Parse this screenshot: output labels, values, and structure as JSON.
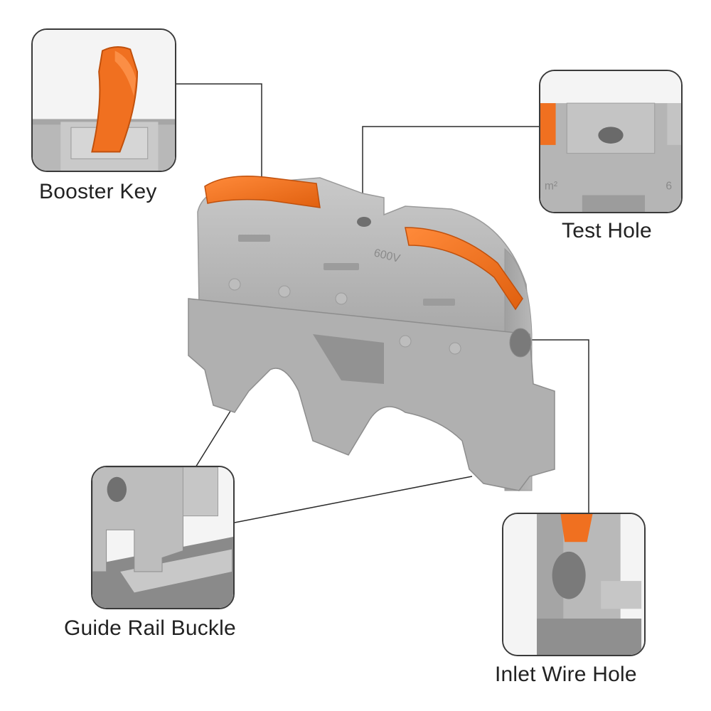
{
  "colors": {
    "background": "#ffffff",
    "body_gray": "#b5b5b5",
    "body_light": "#c9c9c9",
    "body_dark": "#8f8f8f",
    "lever_orange": "#f07020",
    "lever_dark": "#c9500e",
    "line": "#2b2b2b",
    "frame": "#3a3a3a"
  },
  "callouts": {
    "booster_key": {
      "label": "Booster Key",
      "icon": "booster-key-closeup"
    },
    "test_hole": {
      "label": "Test Hole",
      "icon": "test-hole-closeup"
    },
    "guide_rail_buckle": {
      "label": "Guide Rail Buckle",
      "icon": "guide-rail-buckle-closeup"
    },
    "inlet_wire_hole": {
      "label": "Inlet Wire Hole",
      "icon": "inlet-wire-hole-closeup"
    }
  },
  "product": {
    "name": "rail-mount-lever-terminal-connector",
    "marking_voltage": "600V"
  }
}
